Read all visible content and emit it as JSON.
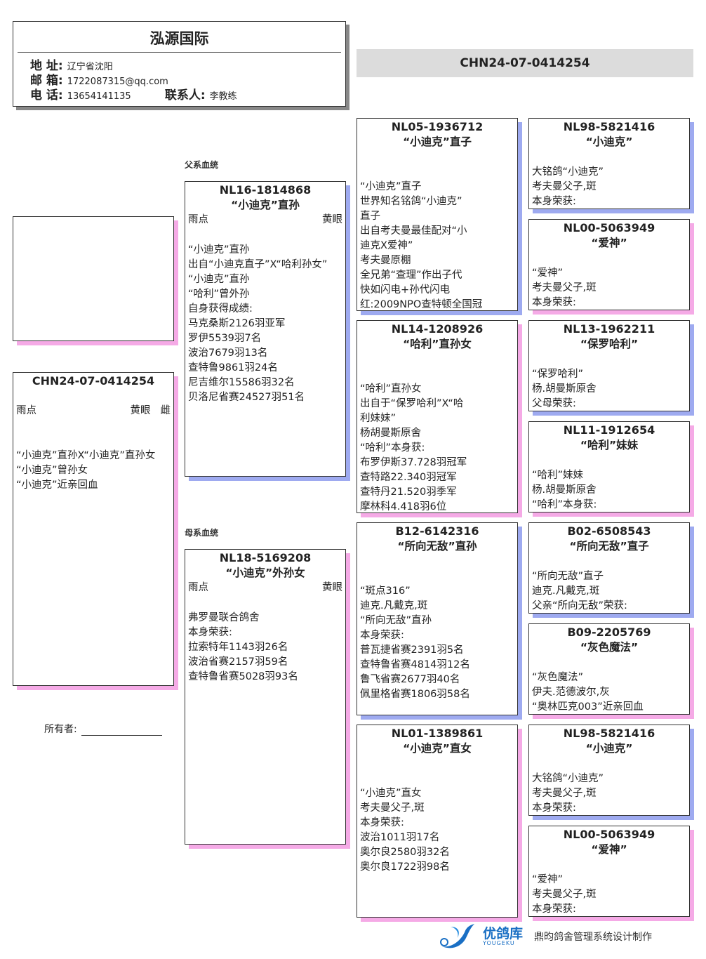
{
  "header": {
    "title": "泓源国际",
    "address_label": "地 址:",
    "address": "辽宁省沈阳",
    "email_label": "邮 箱:",
    "email": "1722087315@qq.com",
    "phone_label": "电 话:",
    "phone": "13654141135",
    "contact_label": "联系人:",
    "contact": "李教练"
  },
  "ring_title": "CHN24-07-0414254",
  "sections": {
    "sire": "父系血统",
    "dam": "母系血统"
  },
  "owner_label": "所有者:",
  "footer": {
    "logo": "优鸽库",
    "logo_sub": "YOUGEKU",
    "credit": "鼎昀鸽舍管理系统设计制作"
  },
  "colors": {
    "male_shadow": "#9eaaf0",
    "female_shadow": "#f5aae6"
  },
  "subject": {
    "id": "CHN24-07-0414254",
    "color": "雨点",
    "eye": "黄眼",
    "sex": "雌",
    "lines": [
      "“小迪克”直孙X“小迪克”直孙女",
      "“小迪克”曾孙女",
      "“小迪克”近亲回血"
    ]
  },
  "sire": {
    "id": "NL16-1814868",
    "name": "“小迪克”直孙",
    "color": "雨点",
    "eye": "黄眼",
    "lines": [
      "“小迪克”直孙",
      "出自“小迪克直子”X“哈利孙女”",
      "“小迪克”直孙",
      "“哈利”曾外孙",
      "自身获得成绩:",
      "马克桑斯2126羽亚军",
      "罗伊5539羽7名",
      "波治7679羽13名",
      "查特鲁9861羽24名",
      "尼吉维尔15586羽32名",
      "贝洛尼省赛24527羽51名"
    ]
  },
  "dam": {
    "id": "NL18-5169208",
    "name": "“小迪克”外孙女",
    "color": "雨点",
    "eye": "黄眼",
    "lines": [
      "弗罗曼联合鸽舍",
      "本身荣获:",
      "拉索特年1143羽26名",
      "波治省赛2157羽59名",
      "查特鲁省赛5028羽93名"
    ]
  },
  "gen3": [
    {
      "id": "NL05-1936712",
      "name": "“小迪克”直子",
      "lines": [
        "“小迪克”直子",
        "世界知名铭鸽“小迪克”",
        "直子",
        "出自考夫曼最佳配对“小",
        "迪克X爱神”",
        "考夫曼原棚",
        "全兄弟“查理”作出子代",
        "快如闪电+孙代闪电",
        "红:2009NPO查特顿全国冠"
      ]
    },
    {
      "id": "NL14-1208926",
      "name": "“哈利”直孙女",
      "lines": [
        "“哈利”直孙女",
        "出自于“保罗哈利”X“哈",
        "利妹妹”",
        "杨胡曼斯原舍",
        "“哈利”本身获:",
        "布罗伊斯37.728羽冠军",
        "查特路22.340羽冠军",
        "查特丹21.520羽季军",
        "摩林科4.418羽6位"
      ]
    },
    {
      "id": "B12-6142316",
      "name": "“所向无敌”直孙",
      "lines": [
        "“斑点316”",
        "迪克.凡戴克,斑",
        "“所向无敌”直孙",
        "本身荣获:",
        "普瓦捷省赛2391羽5名",
        "查特鲁省赛4814羽12名",
        "鲁飞省赛2677羽40名",
        "佩里格省赛1806羽58名"
      ]
    },
    {
      "id": "NL01-1389861",
      "name": "“小迪克”直女",
      "lines": [
        "“小迪克”直女",
        "考夫曼父子,斑",
        "本身荣获:",
        "波治1011羽17名",
        "奥尔良2580羽32名",
        "奥尔良1722羽98名"
      ]
    }
  ],
  "gen4": [
    {
      "id": "NL98-5821416",
      "name": "“小迪克”",
      "lines": [
        "大铭鸽“小迪克”",
        "考夫曼父子,斑",
        "本身荣获:"
      ]
    },
    {
      "id": "NL00-5063949",
      "name": "“爱神”",
      "lines": [
        "“爱神”",
        "考夫曼父子,斑",
        "本身荣获:"
      ]
    },
    {
      "id": "NL13-1962211",
      "name": "“保罗哈利”",
      "lines": [
        "“保罗哈利”",
        "杨.胡曼斯原舍",
        "父母荣获:"
      ]
    },
    {
      "id": "NL11-1912654",
      "name": "“哈利”妹妹",
      "lines": [
        "“哈利”妹妹",
        "杨.胡曼斯原舍",
        "“哈利”本身获:"
      ]
    },
    {
      "id": "B02-6508543",
      "name": "“所向无敌”直子",
      "lines": [
        "“所向无敌”直子",
        "迪克.凡戴克,斑",
        "父亲“所向无敌”荣获:"
      ]
    },
    {
      "id": "B09-2205769",
      "name": "“灰色魔法”",
      "lines": [
        "“灰色魔法”",
        "伊夫.范德波尔,灰",
        "“奥林匹克003”近亲回血"
      ]
    },
    {
      "id": "NL98-5821416",
      "name": "“小迪克”",
      "lines": [
        "大铭鸽“小迪克”",
        "考夫曼父子,斑",
        "本身荣获:"
      ]
    },
    {
      "id": "NL00-5063949",
      "name": "“爱神”",
      "lines": [
        "“爱神”",
        "考夫曼父子,斑",
        "本身荣获:"
      ]
    }
  ]
}
